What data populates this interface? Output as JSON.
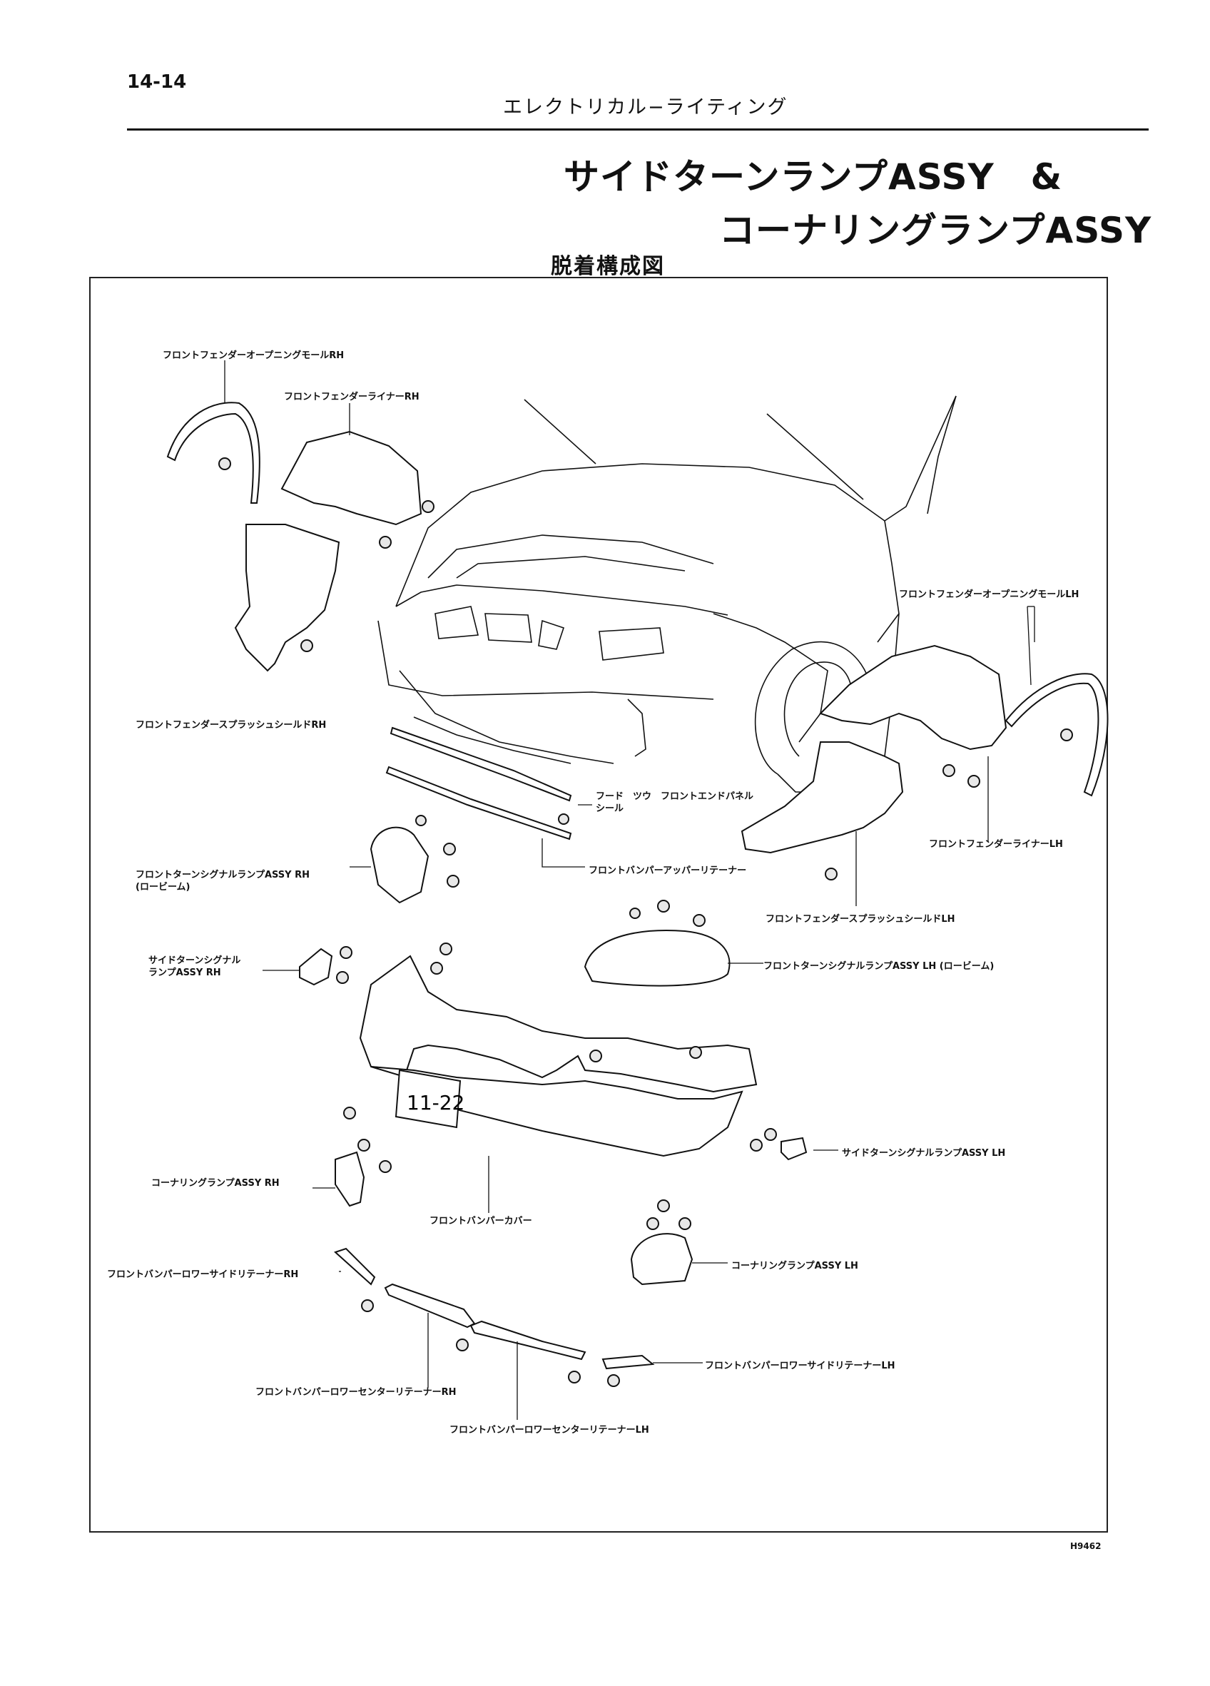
{
  "header": {
    "page_number": "14-14",
    "section_title": "エレクトリカル−ライティング"
  },
  "title": {
    "line1": "サイドターンランプASSY　&",
    "line2": "コーナリングランプASSY",
    "subtitle": "脱着構成図"
  },
  "labels": {
    "fender_opening_mould_rh": "フロントフェンダーオープニングモールRH",
    "fender_liner_rh": "フロントフェンダーライナーRH",
    "fender_splash_shield_rh": "フロントフェンダースプラッシュシールドRH",
    "fender_opening_mould_lh": "フロントフェンダーオープニングモールLH",
    "hood_seal_line1": "フード　ツウ　フロントエンドパネル",
    "hood_seal_line2": "シール",
    "fender_liner_lh": "フロントフェンダーライナーLH",
    "turn_lamp_rh_line1": "フロントターンシグナルランプASSY  RH",
    "turn_lamp_rh_line2": "(ロービーム)",
    "bumper_upper_retainer": "フロントバンパーアッパーリテーナー",
    "fender_splash_shield_lh": "フロントフェンダースプラッシュシールドLH",
    "side_turn_rh_line1": "サイドターンシグナル",
    "side_turn_rh_line2": "ランプASSY  RH",
    "turn_lamp_lh": "フロントターンシグナルランプASSY  LH (ロービーム)",
    "side_turn_lh": "サイドターンシグナルランプASSY  LH",
    "cornering_lamp_rh": "コーナリングランプASSY  RH",
    "bumper_cover": "フロントバンパーカバー",
    "cornering_lamp_lh": "コーナリングランプASSY  LH",
    "lower_side_retainer_rh": "フロントバンパーロワーサイドリテーナーRH",
    "lower_side_retainer_lh": "フロントバンパーロワーサイドリテーナーLH",
    "lower_center_retainer_rh": "フロントバンパーロワーセンターリテーナーRH",
    "lower_center_retainer_lh": "フロントバンパーロワーセンターリテーナーLH"
  },
  "plate_text": "11-22",
  "figure_code": "H9462"
}
